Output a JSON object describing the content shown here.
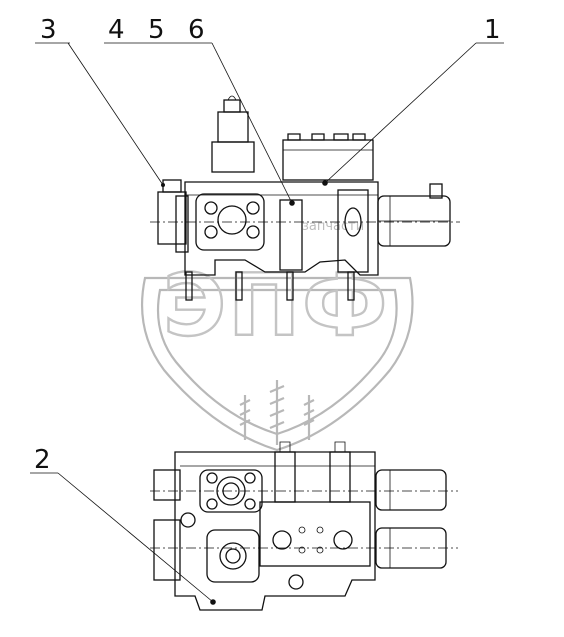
{
  "callouts": [
    {
      "id": "callout-1",
      "label": "1"
    },
    {
      "id": "callout-2",
      "label": "2"
    },
    {
      "id": "callout-3",
      "label": "3"
    },
    {
      "id": "callout-4",
      "label": "4"
    },
    {
      "id": "callout-5",
      "label": "5"
    },
    {
      "id": "callout-6",
      "label": "6"
    }
  ],
  "watermark": {
    "logo_text": "ЭПФ",
    "small_text": "запчасти"
  }
}
